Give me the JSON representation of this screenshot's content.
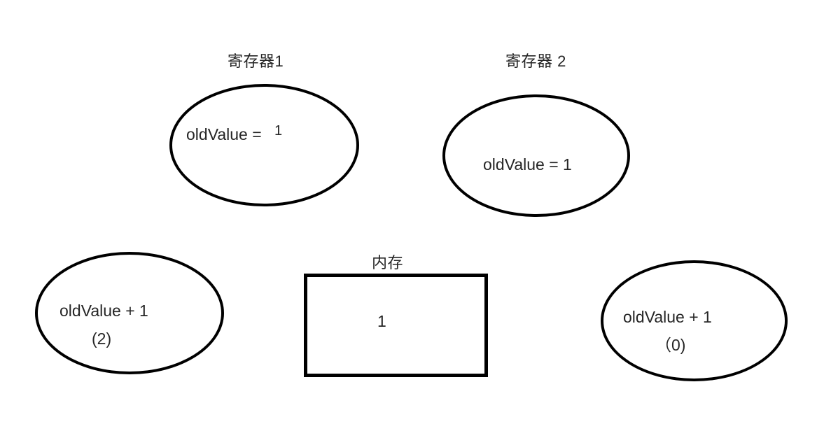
{
  "diagram": {
    "title_register1": "寄存器1",
    "title_register2": "寄存器 2",
    "title_memory": "内存",
    "register1": {
      "expression": "oldValue = ",
      "value": "1"
    },
    "register2": {
      "expression": "oldValue = 1"
    },
    "memory": {
      "value": "1"
    },
    "result_left": {
      "expression": "oldValue + 1",
      "result": "(2)"
    },
    "result_right": {
      "expression": "oldValue + 1",
      "result": "（0)"
    },
    "colors": {
      "stroke": "#000000",
      "text": "#262626",
      "background": "#ffffff"
    }
  }
}
